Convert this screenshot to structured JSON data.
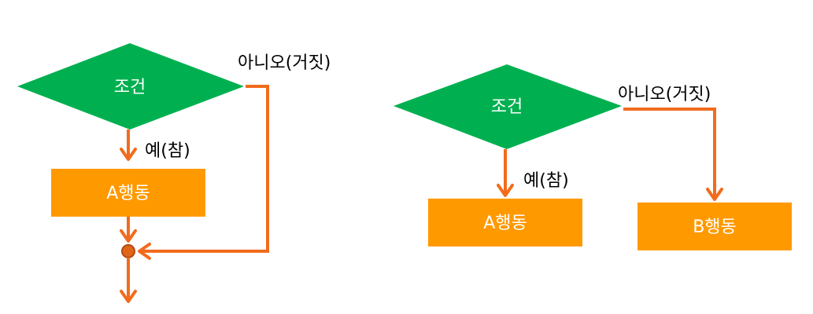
{
  "colors": {
    "decision_fill": "#00b050",
    "process_fill": "#ff9900",
    "arrow": "#f26b1d",
    "junction_fill": "#e0661a",
    "node_text": "#ffffff",
    "label_text": "#000000"
  },
  "left_flow": {
    "decision": "조건",
    "yes_label": "예(참)",
    "no_label": "아니오(거짓)",
    "action_a": "A행동"
  },
  "right_flow": {
    "decision": "조건",
    "yes_label": "예(참)",
    "no_label": "아니오(거짓)",
    "action_a": "A행동",
    "action_b": "B행동"
  }
}
